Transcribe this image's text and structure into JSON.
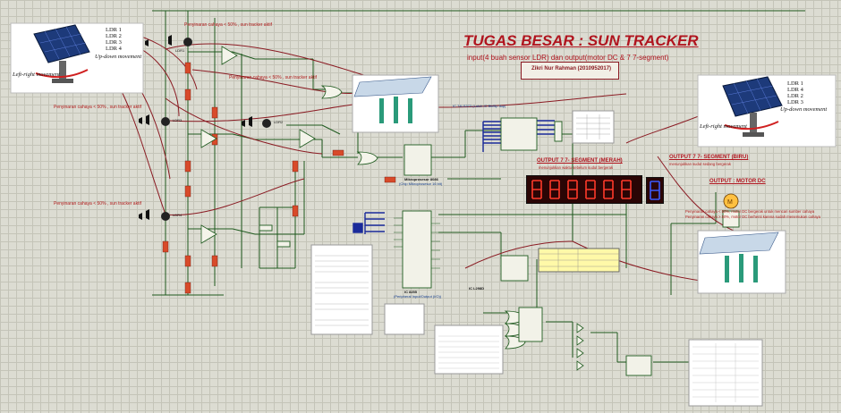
{
  "title": "TUGAS BESAR : SUN TRACKER",
  "subtitle": "input(4 buah sensor LDR) dan output(motor DC & 7 7-segment)",
  "author": "Zikri Nur Rahman (2010952017)",
  "left_panel": {
    "labels": [
      "LDR 1",
      "LDR 2",
      "LDR 3",
      "LDR 4"
    ],
    "left_right": "Left-right movement",
    "up_down": "Up-down movement"
  },
  "right_panel": {
    "labels": [
      "LDR 1",
      "LDR 4",
      "LDR 2",
      "LDR 3"
    ],
    "left_right": "Left-right movement",
    "up_down": "Up-down movement"
  },
  "annotations": {
    "ldr1_note": "Penyinaran cahaya < 50% , sun tracker aktif",
    "ldr2_note": "Penyinaran cahaya < 50% , sun tracker aktif",
    "ldr3_note": "Penyinaran cahaya < 50% , sun tracker aktif",
    "ldr4_note": "Penyinaran cahaya < 50% , sun tracker aktif"
  },
  "components": {
    "ldr1": "LDR1",
    "ldr2": "LDR2",
    "ldr3": "LDR3",
    "ldr4": "LDR4",
    "micro": "Mikroprosesor 8086",
    "micro_sub": "(Chip Mikroprosesor 16 bit)",
    "ic8255": "IC 8255",
    "ic8255_sub": "(Peripheral Input/Output (I/O))",
    "ic74ls373": "IC 74LS373 (Latch IC Bit/flip flop)",
    "ic_l298": "IC L298D"
  },
  "outputs": {
    "seg_red": "OUTPUT 7 7- SEGMENT (MERAH)",
    "seg_red_note": "menunjukkan waktu sebelum sudut bergerak",
    "seg_blue": "OUTPUT 7 7- SEGMENT (BIRU)",
    "seg_blue_note": "menunjukkan sudut sedang bergerak",
    "motor": "OUTPUT : MOTOR DC",
    "motor_note1": "Penyinaran cahaya < 50%, motor DC bergerak untuk mencari sumber cahaya",
    "motor_note2": "Penyinaran cahaya > 50%, motor DC berhenti karena sudah menemukan cahaya"
  },
  "colors": {
    "title": "#b0141e",
    "wire_green": "#1f5a1f",
    "wire_red": "#8a1a22",
    "wire_blue": "#1a2a9a",
    "segment_on": "#ff3a2a",
    "segment_blue_on": "#3a5aff"
  }
}
